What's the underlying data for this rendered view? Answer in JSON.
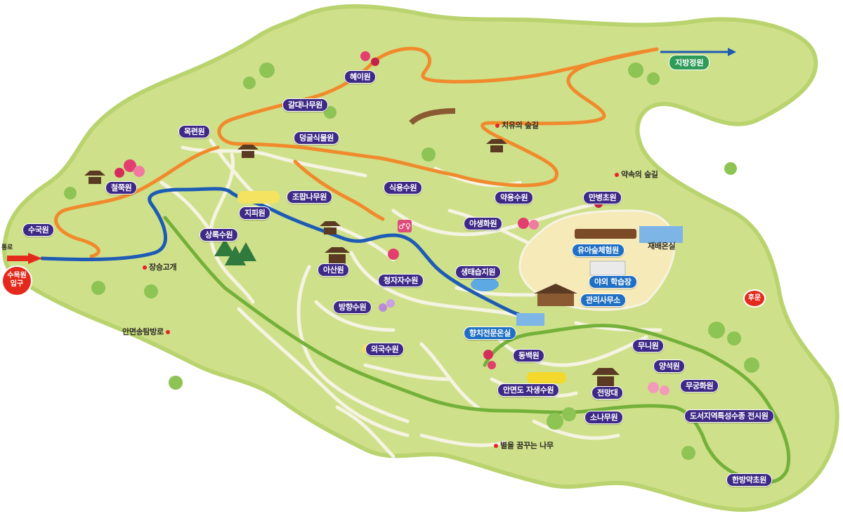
{
  "map": {
    "entrance": {
      "title": "수목원 입구",
      "line1": "수목원",
      "line2": "입구"
    },
    "exit": "후문",
    "entry_sign": "통로",
    "to_local_garden": "지방정원",
    "places": {
      "mokryeon": "목련원",
      "gamdongnamu": "갈대나무원",
      "honeyeon": "혜이원",
      "deonggul": "덩굴식물원",
      "cheoljuk": "철쭉원",
      "sugukwon": "수국원",
      "jojaknamu": "조팝나무원",
      "sikyong": "식용수원",
      "jipiwon": "지피원",
      "sangnok": "상록수원",
      "asan": "아산원",
      "yaksu": "약용수원",
      "yasaenghwa": "야생화원",
      "manbyeongcho": "만병초원",
      "cheongjasu": "청자자수원",
      "saengtae": "생태습지원",
      "yuasul": "유아숲체험원",
      "yaoe": "야외 학습장",
      "jaebae": "재배온실",
      "gwanri": "관리사무소",
      "banghyang": "방향수원",
      "hyangchi": "향치전문온실",
      "oeguk": "외국수원",
      "dongbaek": "동백원",
      "muni": "무니원",
      "yangseok": "양석원",
      "mugunghwa": "무궁화원",
      "anmyeon_jasaeng": "안면도 자생수원",
      "jeonmangdae": "전망대",
      "sonamu": "소나무원",
      "doseo": "도서지역특성수종 전시원",
      "hanbangyak": "한방약초원"
    },
    "landmarks": {
      "healing_forest": "치유의 숲길",
      "promise_forest": "약속의 숲길",
      "jangseung": "장승고개",
      "anmyeon_road": "안면송탐방로",
      "dream_tree": "별을 꿈꾸는 나무"
    },
    "colors": {
      "land": "#cfe08a",
      "land_edge": "#b9d36e",
      "trail_orange": "#f08a2c",
      "trail_blue": "#1d5bb5",
      "trail_green": "#74b13a",
      "path": "#f5f3e2",
      "label": "#3e2a86",
      "accent_red": "#e42a1d"
    },
    "icons": [
      "pavilion-icon",
      "tree-icon",
      "restroom-icon",
      "flower-icon",
      "greenhouse-icon",
      "building-icon"
    ]
  }
}
